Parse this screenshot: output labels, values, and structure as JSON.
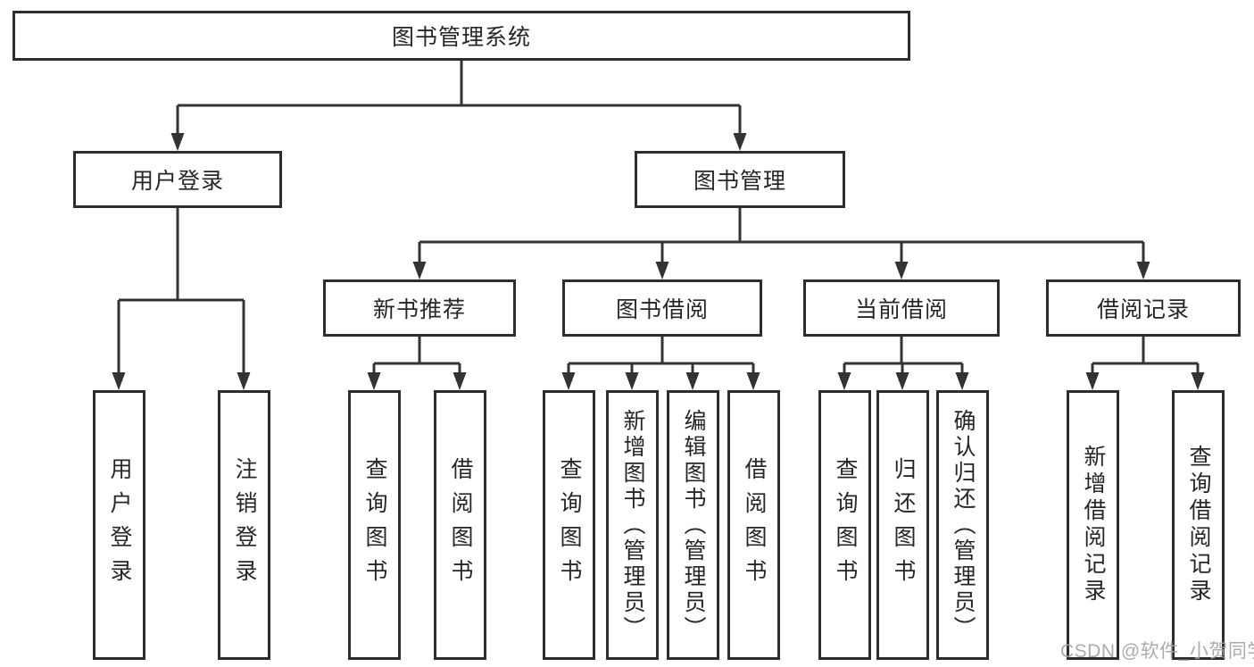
{
  "diagram": {
    "root": "图书管理系统",
    "children": [
      {
        "label": "用户登录",
        "children": [
          "用户登录",
          "注销登录"
        ]
      },
      {
        "label": "图书管理",
        "children": [
          {
            "label": "新书推荐",
            "children": [
              "查询图书",
              "借阅图书"
            ]
          },
          {
            "label": "图书借阅",
            "children": [
              "查询图书",
              "新增图书（管理员）",
              "编辑图书（管理员）",
              "借阅图书"
            ]
          },
          {
            "label": "当前借阅",
            "children": [
              "查询图书",
              "归还图书",
              "确认归还（管理员）"
            ]
          },
          {
            "label": "借阅记录",
            "children": [
              "新增借阅记录",
              "查询借阅记录"
            ]
          }
        ]
      }
    ]
  },
  "watermark": "CSDN @软件_小贺同学",
  "colors": {
    "line": "#333333",
    "box_border": "#2d2d2d",
    "text": "#262626",
    "watermark": "#a4a4a4",
    "background": "#ffffff"
  }
}
